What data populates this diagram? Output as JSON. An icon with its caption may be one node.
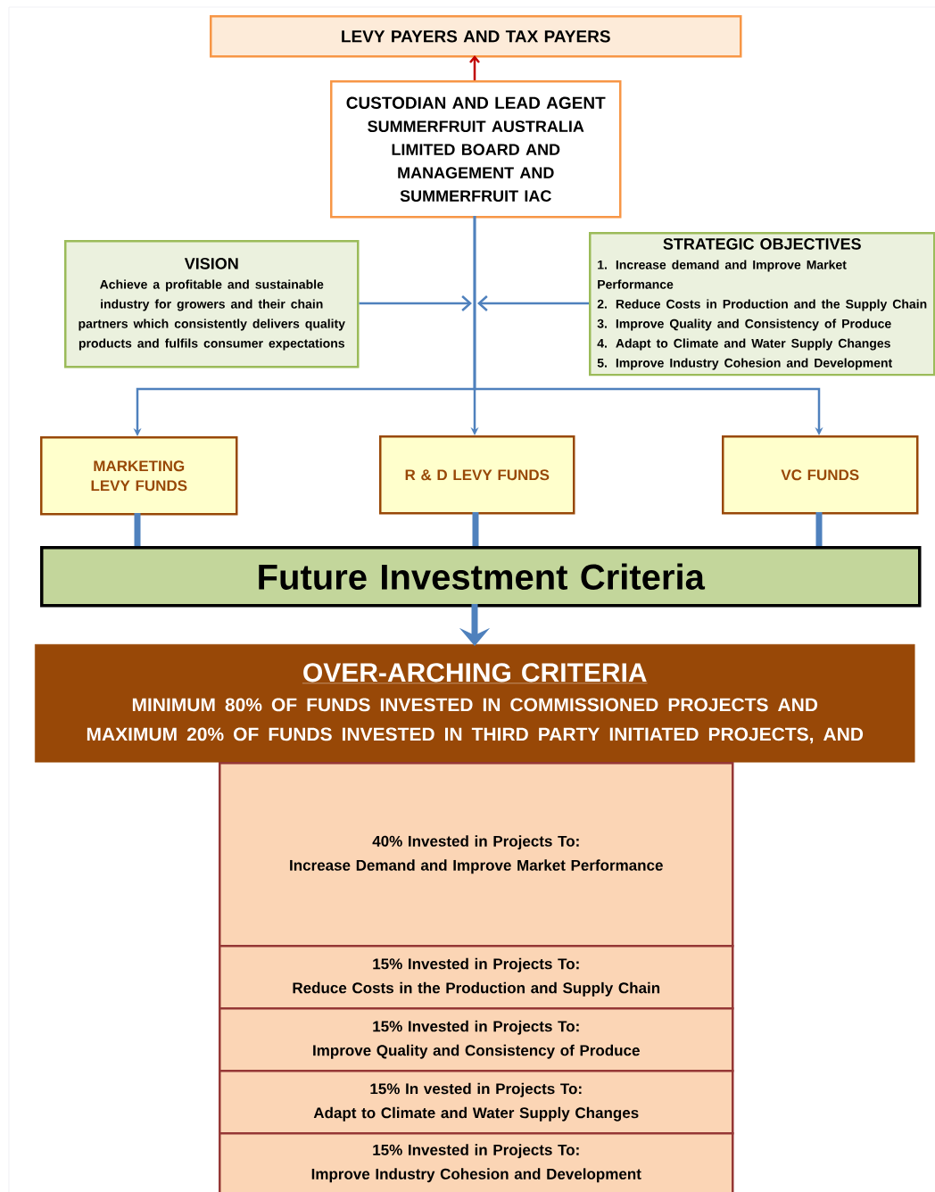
{
  "diagram": {
    "nodes": [
      {
        "text": [
          "LEVY PAYERS AND TAX PAYERS"
        ]
      },
      {
        "text": [
          "CUSTODIAN AND LEAD AGENT",
          "SUMMERFRUIT AUSTRALIA LIMITED BOARD AND MANAGEMENT AND SUMMERFRUIT IAC"
        ]
      },
      {
        "text": [
          "VISION",
          "Achieve a profitable and sustainable industry for growers and their chain partners which consistently delivers quality products and fulfils consumer expectations"
        ]
      },
      {
        "text": [
          "STRATEGIC OBJECTIVES",
          "1. Increase demand and Improve Market Performance",
          "2. Reduce Costs in Production and the Supply Chain",
          "3. Improve Quality and Consistency of Produce",
          "4. Adapt to Climate and Water Supply Changes",
          "5. Improve Industry Cohesion and Development"
        ]
      },
      {
        "text": [
          "MARKETING LEVY FUNDS"
        ]
      },
      {
        "text": [
          "R & D LEVY FUNDS"
        ]
      },
      {
        "text": [
          "VC FUNDS"
        ]
      },
      {
        "text": [
          "Future Investment Criteria"
        ]
      },
      {
        "text": [
          "OVER-ARCHING CRITERIA",
          "MINIMUM 80% OF FUNDS INVESTED IN COMMISSIONED PROJECTS AND MAXIMUM 20% OF FUNDS INVESTED IN THIRD PARTY INITIATED PROJECTS, AND"
        ]
      },
      {
        "text": [
          "40% Invested in Projects To:",
          "Increase Demand and Improve Market Performance"
        ]
      },
      {
        "text": [
          "15% Invested in Projects To:",
          "Reduce Costs in the Production and Supply Chain"
        ]
      },
      {
        "text": [
          "15% Invested in Projects To:",
          "Improve Quality and Consistency of Produce"
        ]
      },
      {
        "text": [
          "15% In vested in Projects To:",
          "Adapt to Climate and Water Supply Changes"
        ]
      },
      {
        "text": [
          "15% Invested in Projects To:",
          "Improve Industry Cohesion and Development"
        ]
      }
    ],
    "edges": [
      {
        "from": 1,
        "to": 0,
        "arrow": "to",
        "color": "#c00000"
      },
      {
        "from": 2,
        "to": null,
        "arrow": "to"
      },
      {
        "from": 3,
        "to": null,
        "arrow": "to"
      },
      {
        "from": 1,
        "to": 4,
        "arrow": "to"
      },
      {
        "from": 1,
        "to": 5,
        "arrow": "to"
      },
      {
        "from": 1,
        "to": 6,
        "arrow": "to"
      },
      {
        "from": 4,
        "to": 7,
        "arrow": "none",
        "style": "thick"
      },
      {
        "from": 5,
        "to": 7,
        "arrow": "none",
        "style": "thick"
      },
      {
        "from": 6,
        "to": 7,
        "arrow": "none",
        "style": "thick"
      },
      {
        "from": 7,
        "to": 8,
        "arrow": "to",
        "style": "thick"
      }
    ]
  }
}
